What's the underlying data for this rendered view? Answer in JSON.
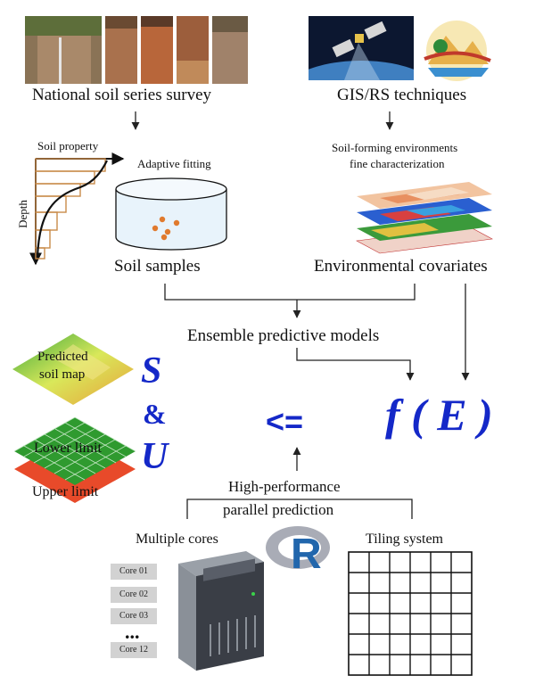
{
  "top_left_label": "National soil series survey",
  "top_right_label": "GIS/RS techniques",
  "soil_property_label": "Soil property",
  "depth_label": "Depth",
  "adaptive_fitting_label": "Adaptive fitting",
  "env_characterization_line1": "Soil-forming environments",
  "env_characterization_line2": "fine characterization",
  "soil_samples_label": "Soil samples",
  "env_covariates_label": "Environmental covariates",
  "ensemble_label": "Ensemble predictive models",
  "predicted_map_line1": "Predicted",
  "predicted_map_line2": "soil map",
  "lower_limit_label": "Lower limit",
  "upper_limit_label": "Upper limit",
  "s_letter": "S",
  "amp_letter": "&",
  "u_letter": "U",
  "arrow_symbol": "<=",
  "formula": "f ( E )",
  "hpc_line1": "High-performance",
  "hpc_line2": "parallel prediction",
  "multiple_cores_label": "Multiple cores",
  "tiling_label": "Tiling system",
  "r_logo_letter": "R",
  "cores": [
    "Core 01",
    "Core 02",
    "Core 03",
    "Core 12"
  ],
  "cores_ellipsis": "...",
  "colors": {
    "accent_blue": "#1428c8",
    "arrow": "#222222"
  }
}
